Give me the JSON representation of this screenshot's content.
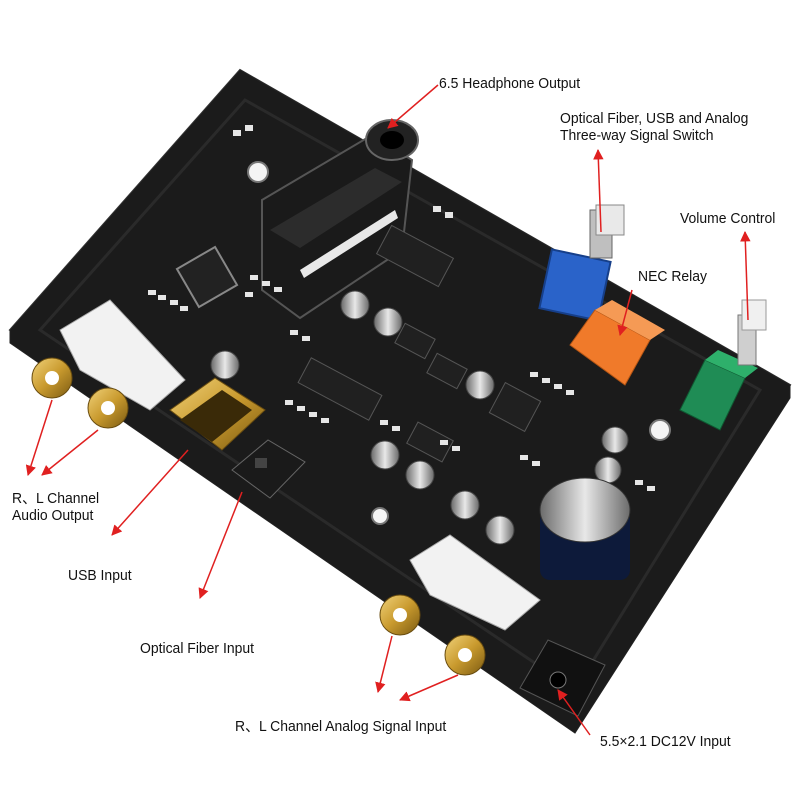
{
  "labels": {
    "headphone": "6.5 Headphone Output",
    "switch_line1": "Optical Fiber, USB and Analog",
    "switch_line2": "Three-way Signal Switch",
    "volume": "Volume Control",
    "relay": "NEC Relay",
    "rl_out_line1": "R、L Channel",
    "rl_out_line2": "Audio Output",
    "usb": "USB Input",
    "optical": "Optical Fiber Input",
    "analog_in": "R、L Channel Analog Signal Input",
    "dc_in": "5.5×2.1 DC12V Input"
  },
  "colors": {
    "board": "#0c0c0c",
    "arrow": "#e02020",
    "switch_body": "#2a63c9",
    "relay_body": "#f07a2a",
    "volume_body": "#1f8c55",
    "gold": "#c99a2e"
  }
}
